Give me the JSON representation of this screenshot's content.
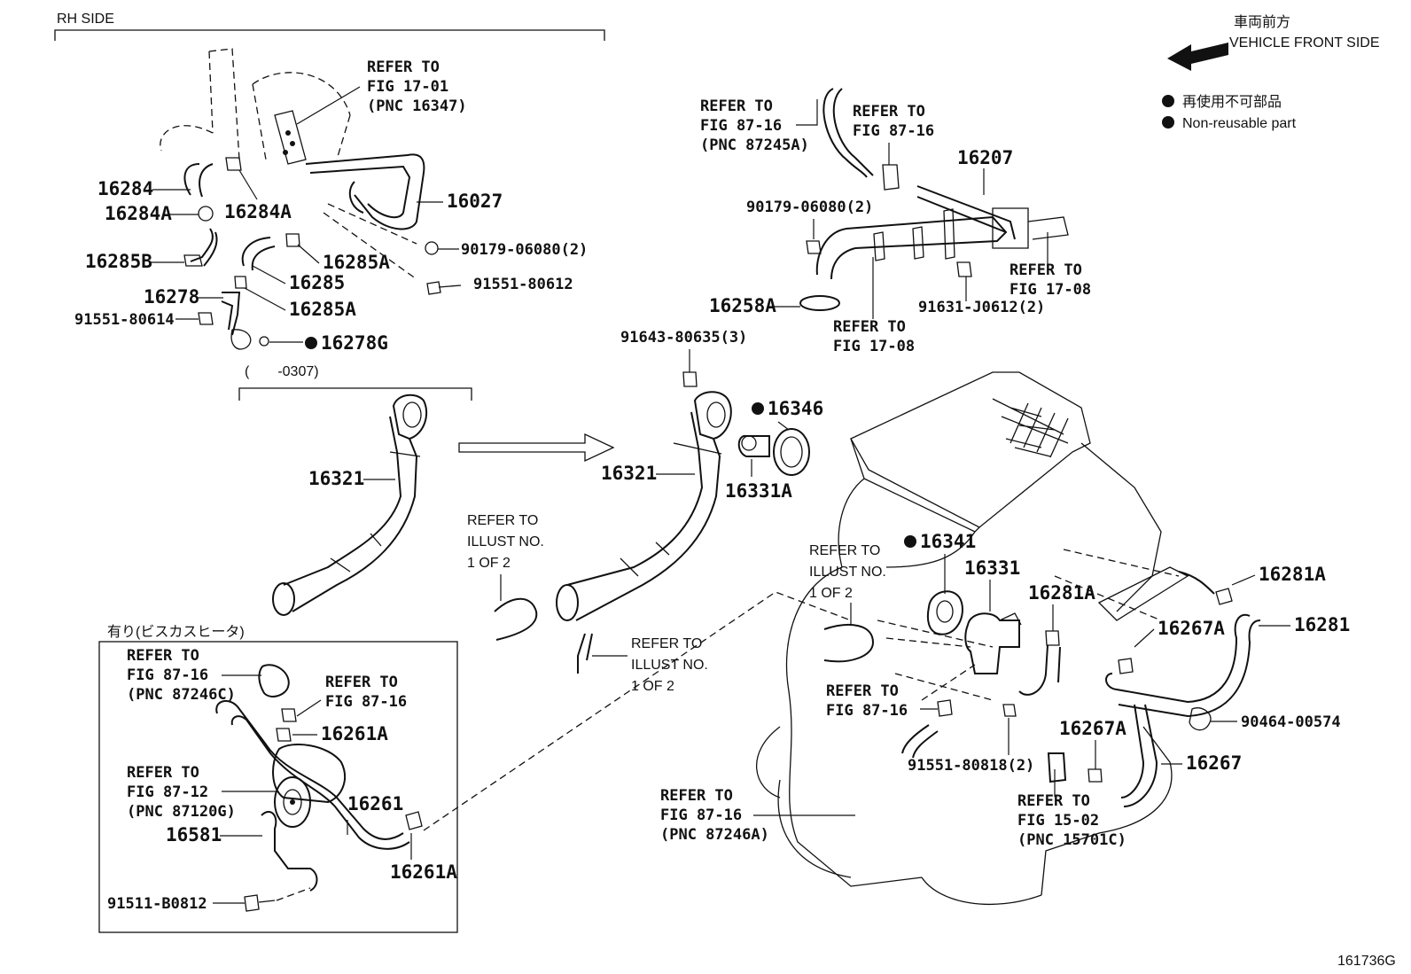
{
  "header": {
    "section_left": "RH SIDE",
    "jp_direction": "車両前方",
    "vehicle_front": "VEHICLE FRONT SIDE",
    "legend_jp": "再使用不可部品",
    "legend_en": "Non-reusable part"
  },
  "period_label": "(　　-0307)",
  "option_label": "有り(ビスカスヒータ)",
  "footer_code": "161736G",
  "labels": {
    "refer_17_01": [
      "REFER TO",
      "FIG 17-01",
      "(PNC 16347)"
    ],
    "p16284": "16284",
    "p16284A": "16284A",
    "p16027": "16027",
    "p16285B": "16285B",
    "p9017906080_top": "90179-06080(2)",
    "p16285A_a": "16285A",
    "p16285": "16285",
    "p9155180612": "91551-80612",
    "p16278": "16278",
    "p16285A_b": "16285A",
    "p9155180614": "91551-80614",
    "p16278G": "16278G",
    "p16321_left": "16321",
    "p16321_mid": "16321",
    "refer_illust_1": [
      "REFER TO",
      "ILLUST NO.",
      "1 OF 2"
    ],
    "refer_illust_2": [
      "REFER TO",
      "ILLUST NO.",
      "1 OF 2"
    ],
    "refer_illust_3": [
      "REFER TO",
      "ILLUST NO.",
      "1 OF 2"
    ],
    "p9164380635": "91643-80635(3)",
    "p16346": "16346",
    "p16331A": "16331A",
    "refer_87_16_a": [
      "REFER TO",
      "FIG 87-16",
      "(PNC 87245A)"
    ],
    "refer_87_16_b": [
      "REFER TO",
      "FIG 87-16"
    ],
    "p16207": "16207",
    "p9017906080_right": "90179-06080(2)",
    "refer_17_08_a": [
      "REFER TO",
      "FIG 17-08"
    ],
    "p16258A": "16258A",
    "refer_17_08_b": [
      "REFER TO",
      "FIG 17-08"
    ],
    "p91631J0612": "91631-J0612(2)",
    "p16341": "16341",
    "p16331": "16331",
    "p16281A_top": "16281A",
    "p16281A_mid": "16281A",
    "p16267A_a": "16267A",
    "p16281": "16281",
    "refer_87_16_c": [
      "REFER TO",
      "FIG 87-16"
    ],
    "p9046400574": "90464-00574",
    "p9155180818": "91551-80818(2)",
    "p16267A_b": "16267A",
    "p16267": "16267",
    "refer_87_16_d": [
      "REFER TO",
      "FIG 87-16",
      "(PNC 87246A)"
    ],
    "refer_15_02": [
      "REFER TO",
      "FIG 15-02",
      "(PNC 15701C)"
    ],
    "refer_87_16_e": [
      "REFER TO",
      "FIG 87-16",
      "(PNC 87246C)"
    ],
    "refer_87_16_f": [
      "REFER TO",
      "FIG 87-16"
    ],
    "p16261A_a": "16261A",
    "refer_87_12": [
      "REFER TO",
      "FIG 87-12",
      "(PNC 87120G)"
    ],
    "p16261": "16261",
    "p16581": "16581",
    "p16261A_b": "16261A",
    "p91511B0812": "91511-B0812"
  }
}
